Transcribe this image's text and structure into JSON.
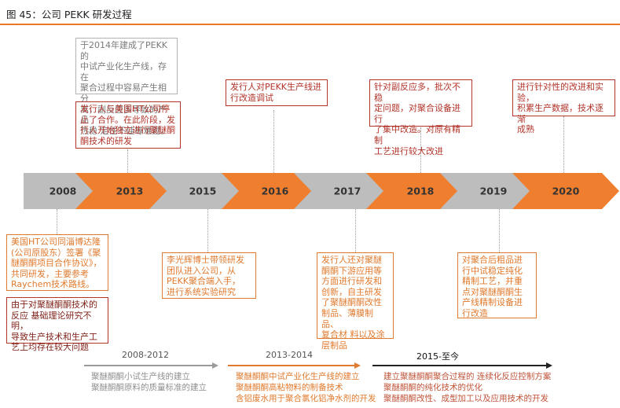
{
  "title": "图 45：公司 PEKK 研发过程",
  "years": [
    {
      "label": "2008",
      "color": "#bdbdbd"
    },
    {
      "label": "2013",
      "color": "#ef7f2f"
    },
    {
      "label": "2015",
      "color": "#bdbdbd"
    },
    {
      "label": "2016",
      "color": "#ef7f2f"
    },
    {
      "label": "2017",
      "color": "#bdbdbd"
    },
    {
      "label": "2018",
      "color": "#ef7f2f"
    },
    {
      "label": "2019",
      "color": "#bdbdbd"
    },
    {
      "label": "2020",
      "color": "#ef7f2f"
    }
  ],
  "notes": {
    "n2014_top": "于2014年建成了PEKK的\n中试产业化生产线，存在\n聚合过程中容易产生相分\n离，副反应多导致的产品\n热稳 定性不佳等难题。",
    "n2013": "发行人与美国HT公司停\n止了合作。在此阶段，发\n行人开始独立进行聚醚酮\n酮技术的研发",
    "n2016": "发行人对PEKK生产线进\n行改造调试",
    "n2018": "针对副反应多，批次不稳\n定问题，对聚合设备进行\n了集中改造。对原有精制\n工艺进行较大改进",
    "n2020": "进行针对性的改进和实验，\n积累生产数据，技术逐渐\n成熟",
    "n2008": "美国HT公司同淄博达隆\n(公司原股东）签署《聚\n醚酮酮项目合作协议》，\n共同研发，主要参考\nRaychem技术路线。",
    "n2008b": "由于对聚醚酮酮技术的\n反应 基础理论研究不明，\n导致生产技术和生产工\n艺上均存在较大问题",
    "n2015": "李光辉博士带领研发\n团队进入公司，从\nPEKK聚合端入手，\n进行系统实验研究",
    "n2017": "发行人还对聚醚\n酮酮下游应用等\n方面进行研发和\n创新，自主研发\n了聚醚酮酮改性\n制品、薄膜制品、\n复合材 料以及涂\n层制品",
    "n2019": "对聚合后粗品进\n行中试稳定纯化\n精制工艺，并重\n点对聚醚酮酮生\n产线精制设备进\n行改造"
  },
  "periods": [
    {
      "label": "2008-2012",
      "items": [
        "聚醚酮酮小试生产线的建立",
        "聚醚酮酮原料的质量标准的建立"
      ]
    },
    {
      "label": "2013-2014",
      "items": [
        "聚醚酮酮中试产业化生产线的建立",
        "聚醚酮酮高粘物料的制备技术",
        "含铝废水用于聚合氯化铝净水剂的开发"
      ]
    },
    {
      "label": "2015-至今",
      "items": [
        "建立聚醚酮酮聚合过程的 连续化反应控制方案",
        "聚醚酮酮的纯化技术的优化",
        "聚醚酮酮改性、成型加工以及应用技术的开发"
      ]
    }
  ]
}
